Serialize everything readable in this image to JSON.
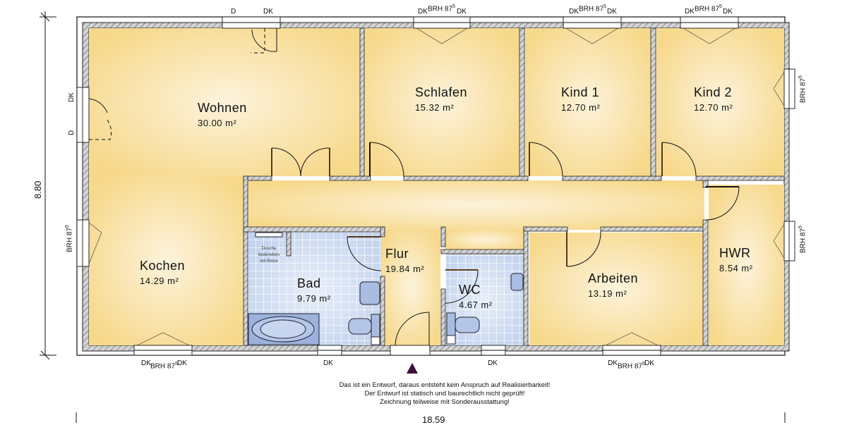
{
  "plan": {
    "dimensions": {
      "width": "18.59",
      "depth": "8.80"
    },
    "rooms": [
      {
        "name": "Wohnen",
        "area": "30.00 m²"
      },
      {
        "name": "Schlafen",
        "area": "15.32 m²"
      },
      {
        "name": "Kind 1",
        "area": "12.70 m²"
      },
      {
        "name": "Kind 2",
        "area": "12.70 m²"
      },
      {
        "name": "Kochen",
        "area": "14.29 m²"
      },
      {
        "name": "Bad",
        "area": "9.79 m²"
      },
      {
        "name": "Flur",
        "area": "19.84 m²"
      },
      {
        "name": "WC",
        "area": "4.67 m²"
      },
      {
        "name": "Arbeiten",
        "area": "13.19 m²"
      },
      {
        "name": "HWR",
        "area": "8.54 m²"
      }
    ],
    "window_marks": {
      "door": "D",
      "dk": "DK",
      "brh": "BRH 87",
      "brh_sup": "5"
    },
    "shower_note": [
      "Dusche",
      "bodeneben",
      "mit Rinne"
    ],
    "entrance_marker": "▲",
    "disclaimer": [
      "Das ist ein Entwurf, daraus entsteht kein Anspruch auf Realisierbarkeit!",
      "Der Entwurf ist statisch und baurechtlich nicht geprüft!",
      "Zeichnung teilweise mit Sonderausstattung!"
    ],
    "colors": {
      "room_fill": "#f8dc94",
      "room_highlight": "#fdf1d4",
      "tile_fill": "#c7d6ee",
      "tile_grid": "#ffffff",
      "wall_fill": "#d4d4d4",
      "line": "#111111",
      "door_leaf": "#5a3a1a",
      "marker": "#3a0f3a"
    }
  }
}
